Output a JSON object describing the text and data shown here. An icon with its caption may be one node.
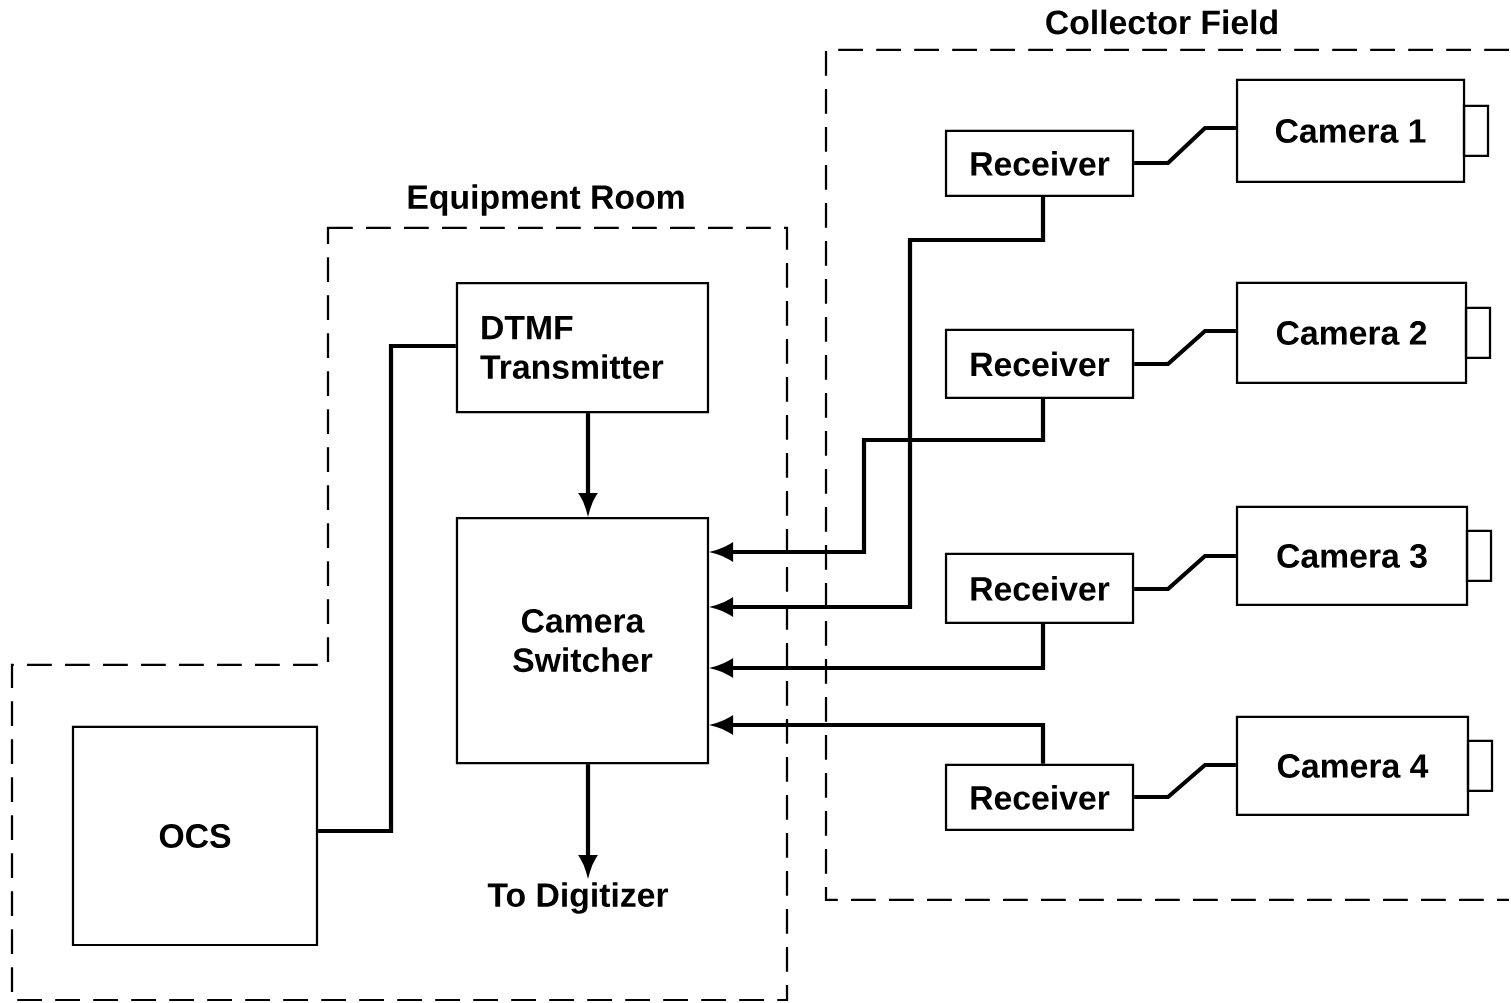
{
  "diagram": {
    "nodes": [
      {
        "text": [
          "Equipment Room"
        ]
      },
      {
        "text": [
          "DTMF Transmitter"
        ],
        "in": 0
      },
      {
        "text": [
          "Camera Switcher"
        ],
        "in": 0
      },
      {
        "text": [
          "OCS"
        ],
        "in": 0
      },
      {
        "text": [
          "To Digitizer"
        ],
        "in": 0
      },
      {
        "text": [
          "Collector Field"
        ]
      },
      {
        "text": [
          "Receiver"
        ],
        "in": 5
      },
      {
        "text": [
          "Camera 1"
        ],
        "in": 5
      },
      {
        "text": [
          "Receiver"
        ],
        "in": 5
      },
      {
        "text": [
          "Camera 2"
        ],
        "in": 5
      },
      {
        "text": [
          "Receiver"
        ],
        "in": 5
      },
      {
        "text": [
          "Camera 3"
        ],
        "in": 5
      },
      {
        "text": [
          "Receiver"
        ],
        "in": 5
      },
      {
        "text": [
          "Camera 4"
        ],
        "in": 5
      }
    ],
    "edges": [
      {
        "from": 3,
        "to": 1,
        "arrow": "none"
      },
      {
        "from": 1,
        "to": 2,
        "arrow": "to"
      },
      {
        "from": 2,
        "to": 4,
        "arrow": "to"
      },
      {
        "from": 6,
        "to": 2,
        "arrow": "to"
      },
      {
        "from": 8,
        "to": 2,
        "arrow": "to"
      },
      {
        "from": 10,
        "to": 2,
        "arrow": "to"
      },
      {
        "from": 12,
        "to": 2,
        "arrow": "to"
      },
      {
        "from": 6,
        "to": 7,
        "arrow": "none"
      },
      {
        "from": 8,
        "to": 9,
        "arrow": "none"
      },
      {
        "from": 10,
        "to": 11,
        "arrow": "none"
      },
      {
        "from": 12,
        "to": 13,
        "arrow": "none"
      }
    ]
  }
}
